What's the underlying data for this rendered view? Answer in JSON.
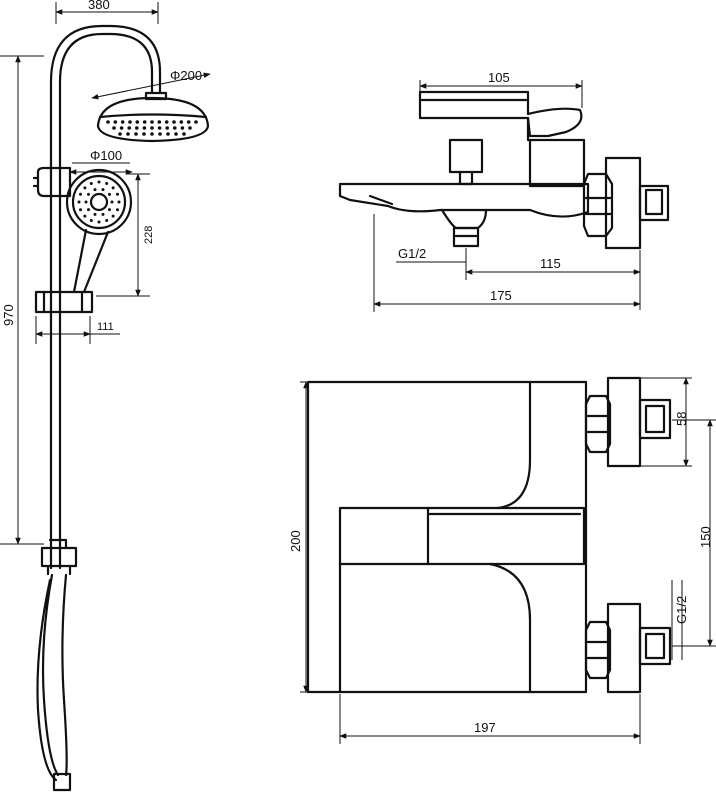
{
  "drawing": {
    "shower_column": {
      "dim_width": "380",
      "dim_head_diameter": "Φ200",
      "dim_hand_diameter": "Φ100",
      "dim_hand_height": "228",
      "dim_total_height": "970",
      "dim_hand_offset": "111"
    },
    "mixer_side": {
      "dim_lever": "105",
      "dim_thread": "G1/2",
      "dim_spout_offset": "115",
      "dim_total_depth": "175"
    },
    "mixer_front": {
      "dim_height": "200",
      "dim_inlet_size": "58",
      "dim_centers": "150",
      "dim_thread": "G1/2",
      "dim_width": "197"
    }
  }
}
